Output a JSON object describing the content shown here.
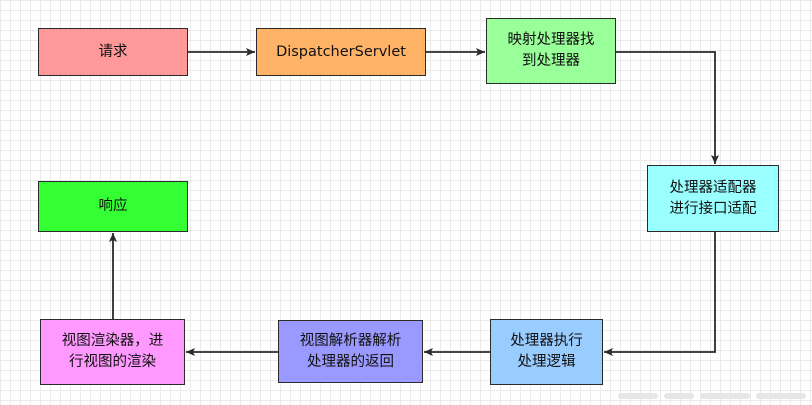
{
  "nodes": {
    "request": {
      "label": "请求",
      "color": "#ff9999"
    },
    "dispatch": {
      "label": "DispatcherServlet",
      "color": "#ffb366"
    },
    "mapping": {
      "line1": "映射处理器找",
      "line2": "到处理器",
      "color": "#99ff99"
    },
    "adapter": {
      "line1": "处理器适配器",
      "line2": "进行接口适配",
      "color": "#99ffff"
    },
    "execute": {
      "line1": "处理器执行",
      "line2": "处理逻辑",
      "color": "#99ccff"
    },
    "resolver": {
      "line1": "视图解析器解析",
      "line2": "处理器的返回",
      "color": "#9999ff"
    },
    "renderer": {
      "line1": "视图渲染器，进",
      "line2": "行视图的渲染",
      "color": "#ff99ff"
    },
    "response": {
      "label": "响应",
      "color": "#33ff33"
    }
  },
  "edges": [
    {
      "from": "request",
      "to": "dispatch"
    },
    {
      "from": "dispatch",
      "to": "mapping"
    },
    {
      "from": "mapping",
      "to": "adapter"
    },
    {
      "from": "adapter",
      "to": "execute"
    },
    {
      "from": "execute",
      "to": "resolver"
    },
    {
      "from": "resolver",
      "to": "renderer"
    },
    {
      "from": "renderer",
      "to": "response"
    }
  ]
}
